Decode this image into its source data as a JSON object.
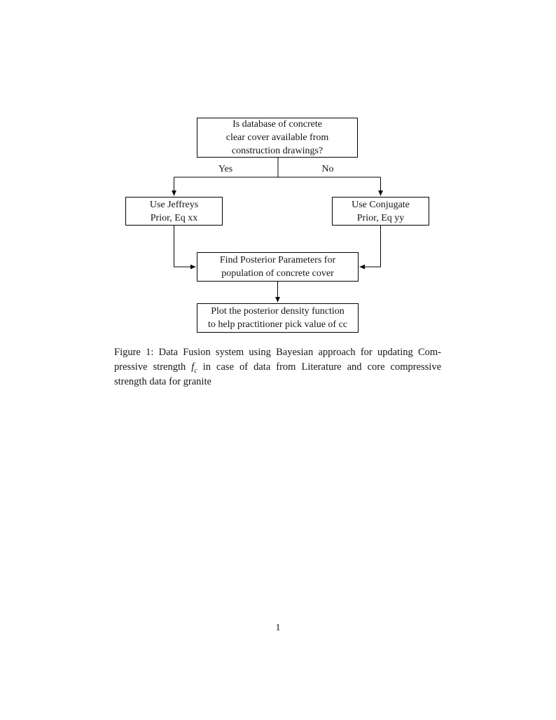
{
  "theme": {
    "background_color": "#ffffff",
    "ink_color": "#000000"
  },
  "flowchart": {
    "decision": {
      "lines": [
        "Is database of concrete",
        "clear cover available from",
        "construction drawings?"
      ]
    },
    "yes_label": "Yes",
    "no_label": "No",
    "jeffreys": {
      "lines": [
        "Use Jeffreys",
        "Prior, Eq xx"
      ]
    },
    "conjugate": {
      "lines": [
        "Use Conjugate",
        "Prior, Eq yy"
      ]
    },
    "posterior": {
      "lines": [
        "Find Posterior Parameters for",
        "population of concrete cover"
      ]
    },
    "plot": {
      "lines": [
        "Plot the posterior density function",
        "to help practitioner pick value of cc"
      ]
    }
  },
  "caption": {
    "line1": "Figure 1: Data Fusion system using Bayesian approach for updating Com-",
    "line2_pre": "pressive strength",
    "fc_base": "f",
    "fc_sub": "c",
    "line2_post": "in case of data from Literature and core compressive",
    "line3": "strength data for granite"
  },
  "page": {
    "number": "1"
  }
}
